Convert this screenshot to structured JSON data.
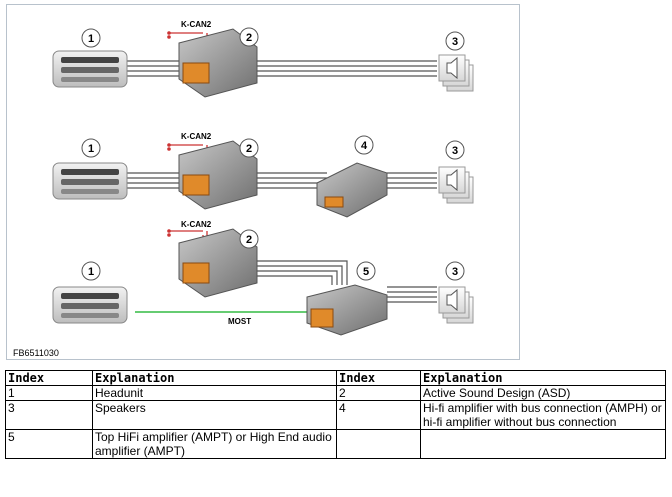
{
  "diagram": {
    "bus_label": "K-CAN2",
    "most_label": "MOST",
    "figure_id": "FB6511030",
    "callouts": {
      "c1": "1",
      "c2": "2",
      "c3": "3",
      "c4": "4",
      "c5": "5"
    },
    "colors": {
      "can_wire": "#cc3333",
      "most_wire": "#33bb44",
      "cable": "#555555"
    }
  },
  "legend": {
    "headers": [
      "Index",
      "Explanation",
      "Index",
      "Explanation"
    ],
    "rows": [
      [
        "1",
        "Headunit",
        "2",
        "Active Sound Design (ASD)"
      ],
      [
        "3",
        "Speakers",
        "4",
        "Hi-fi amplifier with bus connection (AMPH) or hi-fi amplifier without bus connection"
      ],
      [
        "5",
        "Top HiFi amplifier (AMPT) or High End audio amplifier (AMPT)",
        "",
        ""
      ]
    ]
  }
}
